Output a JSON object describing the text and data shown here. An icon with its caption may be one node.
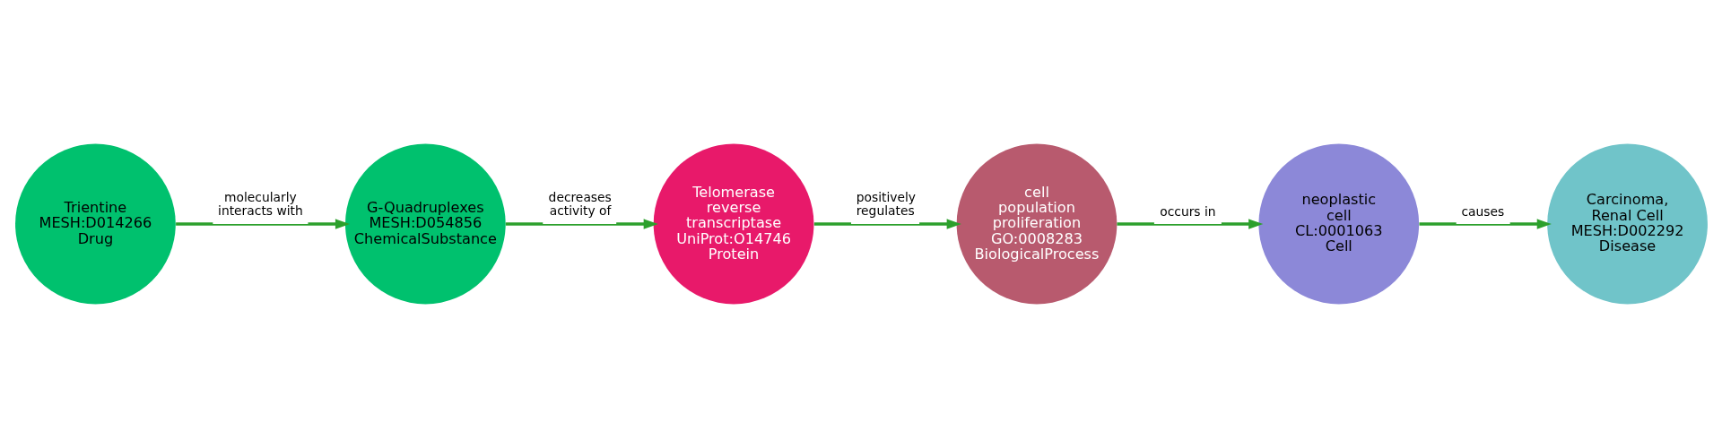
{
  "diagram": {
    "nodes": [
      {
        "text": [
          "Trientine",
          "MESH:D014266",
          "Drug"
        ]
      },
      {
        "text": [
          "G-Quadruplexes",
          "MESH:D054856",
          "ChemicalSubstance"
        ]
      },
      {
        "text": [
          "Telomerase reverse transcriptase",
          "UniProt:O14746",
          "Protein"
        ]
      },
      {
        "text": [
          "cell population proliferation",
          "GO:0008283",
          "BiologicalProcess"
        ]
      },
      {
        "text": [
          "neoplastic cell",
          "CL:0001063",
          "Cell"
        ]
      },
      {
        "text": [
          "Carcinoma, Renal Cell",
          "MESH:D002292",
          "Disease"
        ]
      }
    ],
    "edges": [
      {
        "from": 0,
        "to": 1,
        "arrow": "to",
        "label": "molecularly interacts with"
      },
      {
        "from": 1,
        "to": 2,
        "arrow": "to",
        "label": "decreases activity of"
      },
      {
        "from": 2,
        "to": 3,
        "arrow": "to",
        "label": "positively regulates"
      },
      {
        "from": 3,
        "to": 4,
        "arrow": "to",
        "label": "occurs in"
      },
      {
        "from": 4,
        "to": 5,
        "arrow": "to",
        "label": "causes"
      }
    ]
  }
}
